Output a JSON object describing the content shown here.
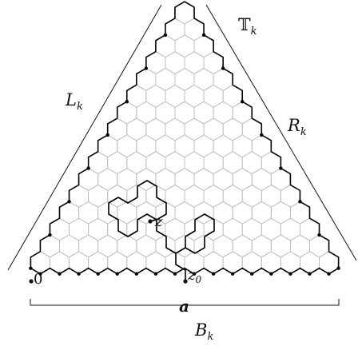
{
  "labels": {
    "triangle": "𝕋",
    "triangle_sub": "k",
    "left_side": "L",
    "left_sub": "k",
    "right_side": "R",
    "right_sub": "k",
    "bottom_side": "B",
    "bottom_sub": "k",
    "bottom_point": "a",
    "origin": "0",
    "path_end": "z",
    "path_start": "z",
    "path_start_sub": "0"
  },
  "colors": {
    "lattice": "#bdbdbd",
    "outline": "#000000",
    "ink": "#111111"
  },
  "lattice": {
    "rows": 16,
    "description_note": ""
  }
}
